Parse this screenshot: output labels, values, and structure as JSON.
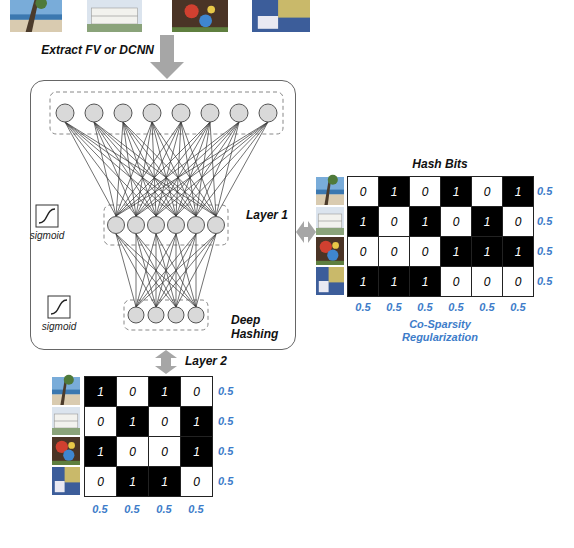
{
  "diagram": {
    "nodes": [
      {
        "text": [
          "Deep Hashing"
        ]
      },
      {
        "text": [
          "Hash Bits",
          "0",
          "1",
          "0",
          "1",
          "0",
          "1",
          "1",
          "0",
          "1",
          "0",
          "1",
          "0",
          "0",
          "0",
          "0",
          "1",
          "1",
          "1",
          "1",
          "1",
          "1",
          "0",
          "0",
          "0"
        ]
      },
      {
        "text": [
          "1",
          "0",
          "1",
          "0",
          "0",
          "1",
          "0",
          "1",
          "1",
          "0",
          "0",
          "1",
          "0",
          "1",
          "1",
          "0"
        ]
      }
    ],
    "edges": [
      {
        "from": 0,
        "to": 1,
        "arrow": "both",
        "label": "Layer 1"
      },
      {
        "from": 0,
        "to": 2,
        "arrow": "both",
        "label": "Layer 2"
      }
    ],
    "labels": [
      "Extract FV or DCNN",
      "sigmoid",
      "sigmoid",
      "0.5",
      "0.5",
      "0.5",
      "0.5",
      "0.5",
      "0.5",
      "0.5",
      "0.5",
      "0.5",
      "0.5",
      "Co-Sparsity Regularization",
      "0.5",
      "0.5",
      "0.5",
      "0.5",
      "0.5",
      "0.5",
      "0.5",
      "0.5"
    ]
  }
}
